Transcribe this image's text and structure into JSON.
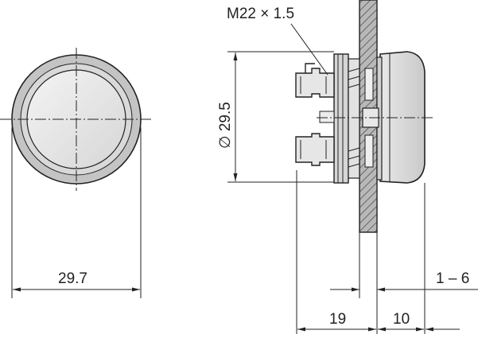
{
  "dimensions": {
    "front_width": "29.7",
    "thread": "M22 × 1.5",
    "diameter": "∅ 29.5",
    "panel_thickness": "1 – 6",
    "depth_behind": "19",
    "depth_front": "10"
  }
}
